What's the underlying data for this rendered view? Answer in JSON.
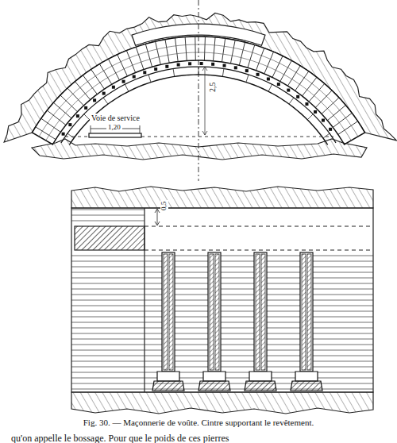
{
  "diagram": {
    "caption": "Fig. 30. — Maçonnerie de voûte. Cintre supportant le revêtement.",
    "labels": [
      "Voie de service",
      "1,20",
      "2,5",
      "0,5",
      "qu'on appelle le bossage. Pour que le poids de ces pierres"
    ]
  }
}
